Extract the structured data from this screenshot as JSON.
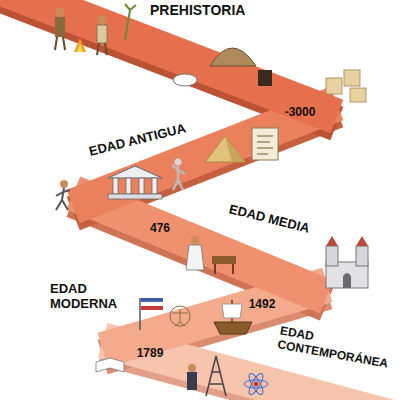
{
  "diagram": {
    "nodes": [
      {
        "text": [
          "PREHISTORIA"
        ]
      },
      {
        "text": [
          "EDAD ANTIGUA"
        ]
      },
      {
        "text": [
          "EDAD MEDIA"
        ]
      },
      {
        "text": [
          "EDAD MODERNA"
        ]
      },
      {
        "text": [
          "EDAD CONTEMPORÁNEA"
        ]
      }
    ],
    "labels": [
      "-3000",
      "476",
      "1492",
      "1789"
    ]
  }
}
